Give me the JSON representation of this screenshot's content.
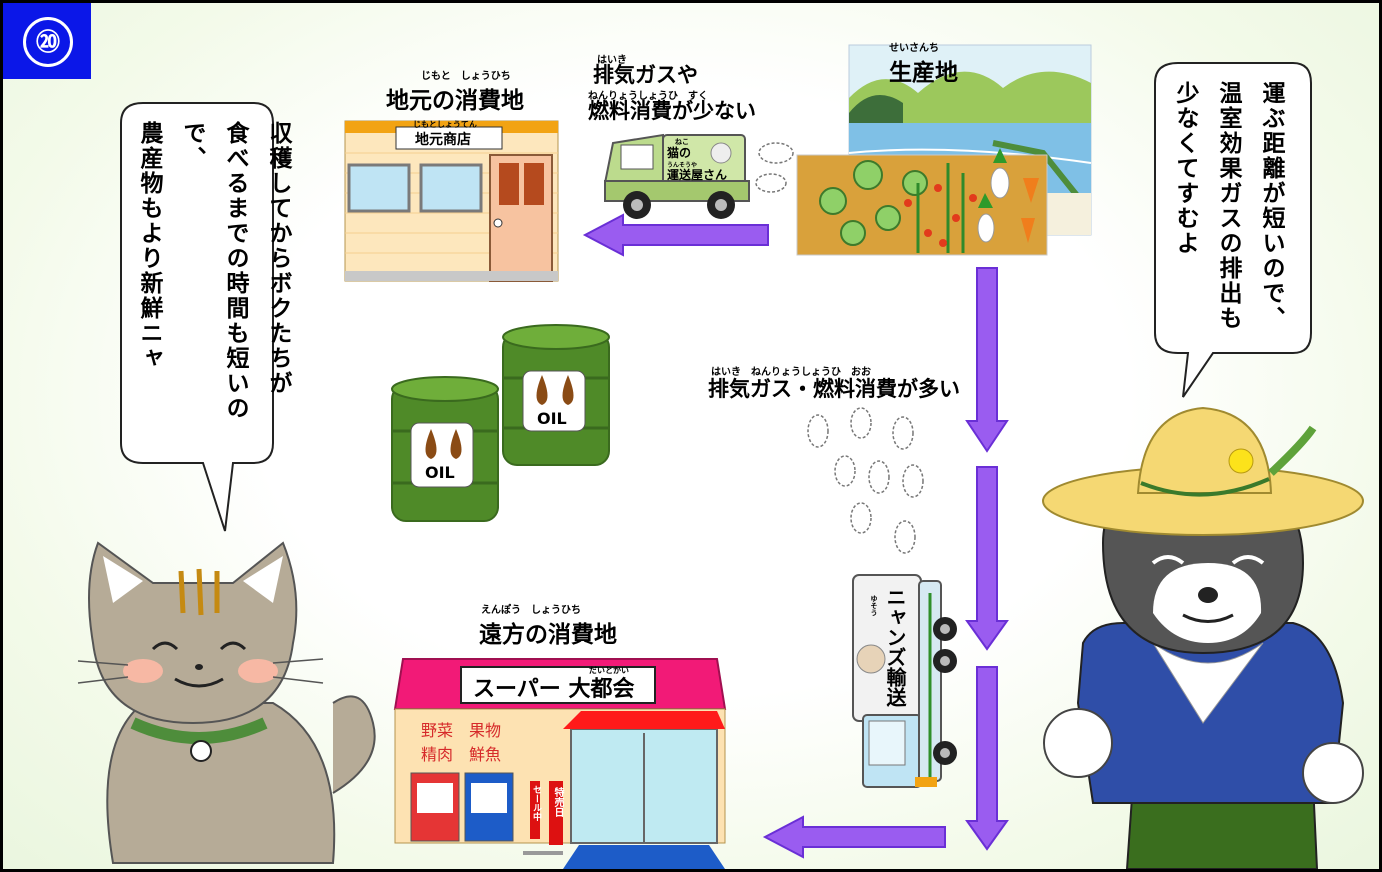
{
  "badge": {
    "number": "⑳"
  },
  "labels": {
    "local_place": "地元の消費地",
    "local_place_ruby": "じもと　しょうひち",
    "production": "生産地",
    "production_ruby": "せいさんち",
    "exhaust_less_1": "排気ガスや",
    "exhaust_less_1_ruby": "はいき",
    "exhaust_less_2": "燃料消費が少ない",
    "exhaust_less_2_ruby": "ねんりょうしょうひ　すく",
    "exhaust_more": "排気ガス・燃料消費が多い",
    "exhaust_more_ruby": "はいき　ねんりょうしょうひ　おお",
    "far_place": "遠方の消費地",
    "far_place_ruby": "えんぽう　しょうひち"
  },
  "local_shop": {
    "sign": "地元商店",
    "sign_ruby": "じもとしょうてん"
  },
  "small_truck": {
    "line1": "猫の",
    "line1_ruby": "ねこ",
    "line2": "運送屋さん",
    "line2_ruby": "うんそうや"
  },
  "big_truck": {
    "text": "ニャンズ輸送",
    "ruby": "ゆそう"
  },
  "barrels": {
    "label_1": "OIL",
    "label_2": "OIL"
  },
  "supermarket": {
    "sign": "スーパー 大都会",
    "sign_ruby": "だいとかい",
    "window_line1": "野菜　果物",
    "window_line2": "精肉　鮮魚",
    "banner1": "セール中",
    "banner2": "特売日"
  },
  "cat_bubble": {
    "lines": [
      "収穫してからボクたちが",
      "食べるまでの時間も短いので、",
      "農産物もより新鮮ニャ"
    ]
  },
  "dog_bubble": {
    "lines": [
      "運ぶ距離が短いので、",
      "温室効果ガスの排出も",
      "少なくてすむよ"
    ]
  },
  "colors": {
    "badge": "#0b17e8",
    "arrow": "#9a5cf0",
    "arrow_edge": "#6a2fd6",
    "background": "#eaf6df"
  }
}
